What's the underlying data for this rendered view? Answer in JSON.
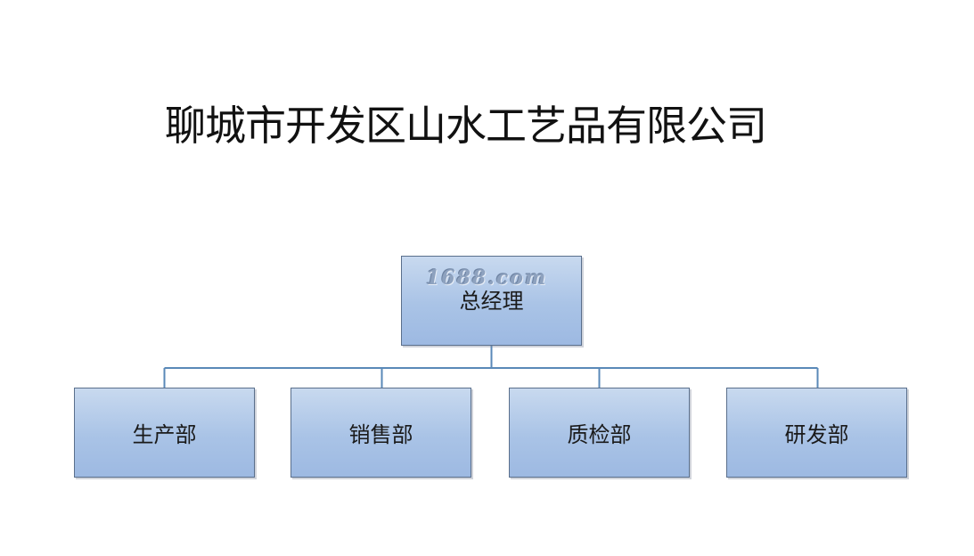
{
  "title": "聊城市开发区山水工艺品有限公司",
  "watermark": "1688.com",
  "org_chart": {
    "root": "总经理",
    "children": [
      "生产部",
      "销售部",
      "质检部",
      "研发部"
    ]
  },
  "colors": {
    "box_border": "#5a6f8c",
    "box_fill_top": "#c8d9ef",
    "box_fill_bottom": "#9db9e2",
    "connector": "#5a89b8"
  }
}
